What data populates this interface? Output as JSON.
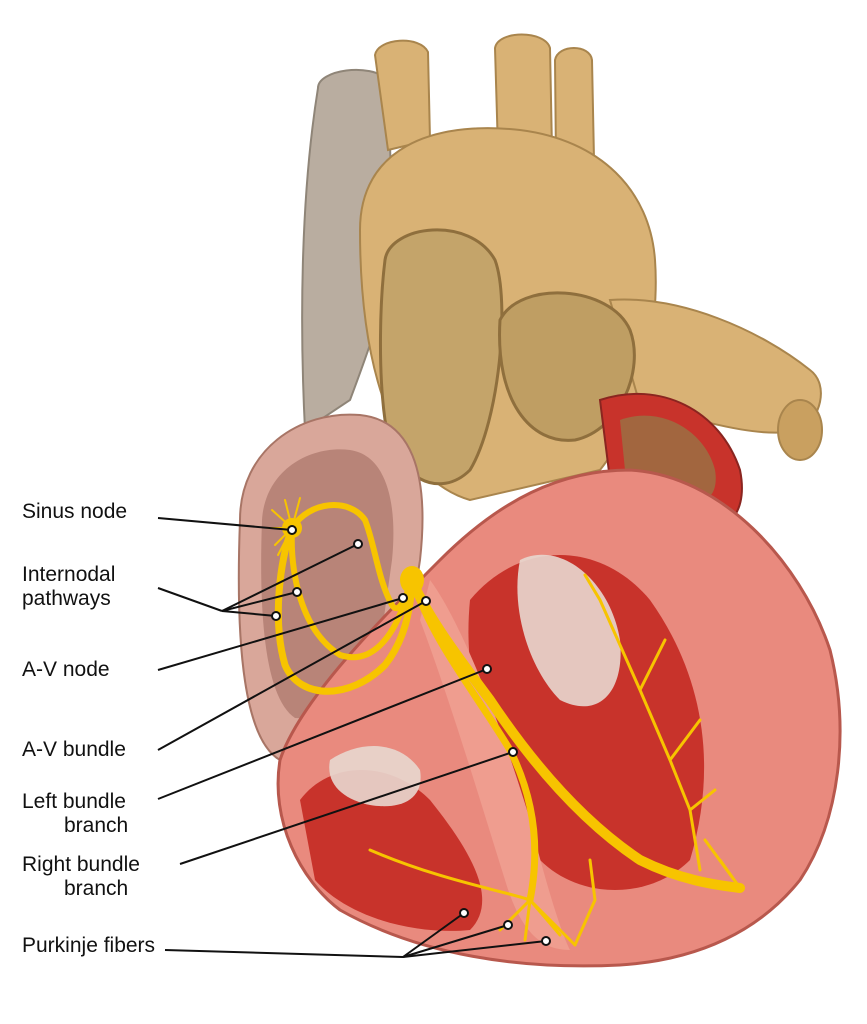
{
  "labels": {
    "sinus_node": "Sinus node",
    "internodal_line1": "Internodal",
    "internodal_line2": "pathways",
    "av_node": "A-V node",
    "av_bundle": "A-V bundle",
    "left_bundle_line1": "Left bundle",
    "left_bundle_line2": "branch",
    "right_bundle_line1": "Right bundle",
    "right_bundle_line2": "branch",
    "purkinje_fibers": "Purkinje fibers"
  },
  "colors": {
    "conduction": "#f7c400",
    "myocardium": "#e98a7e",
    "myocardium_dark": "#c8332b",
    "vessel_tan": "#d9b275",
    "vessel_grey": "#b9ada0",
    "atrium_wall": "#d9a79a",
    "leader_line": "#111111"
  }
}
